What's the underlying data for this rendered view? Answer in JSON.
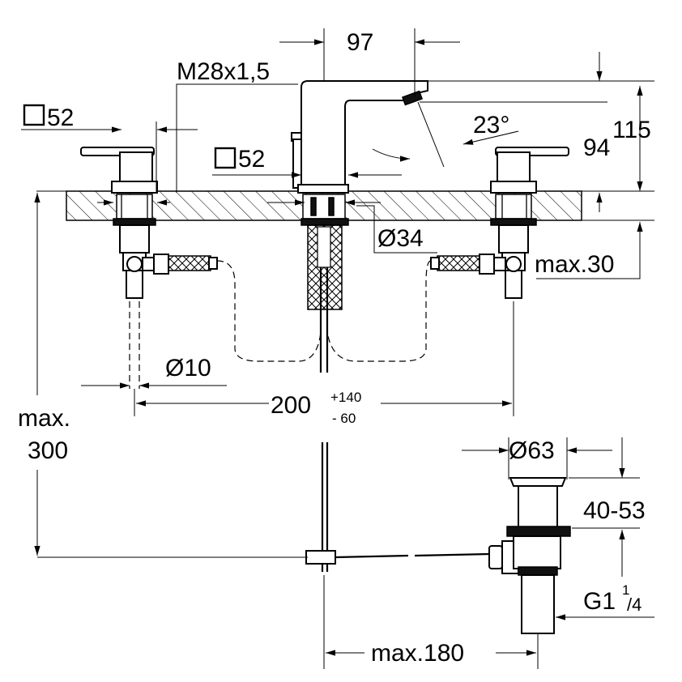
{
  "labels": {
    "spout_reach": "97",
    "thread": "M28x1,5",
    "handle_left": "52",
    "handle_center": "52",
    "angle": "23°",
    "height_94": "94",
    "height_115": "115",
    "bore_dia": "Ø34",
    "max_thickness": "max.30",
    "hose_dia": "Ø10",
    "spacing_main": "200",
    "spacing_plus": "+140",
    "spacing_minus": "-  60",
    "max_label": "max.",
    "max_value": "300",
    "waste_dia": "Ø63",
    "waste_range": "40-53",
    "waste_thread_main": "G1",
    "waste_thread_num": "1",
    "waste_thread_den": "/4",
    "max_180": "max.180"
  }
}
